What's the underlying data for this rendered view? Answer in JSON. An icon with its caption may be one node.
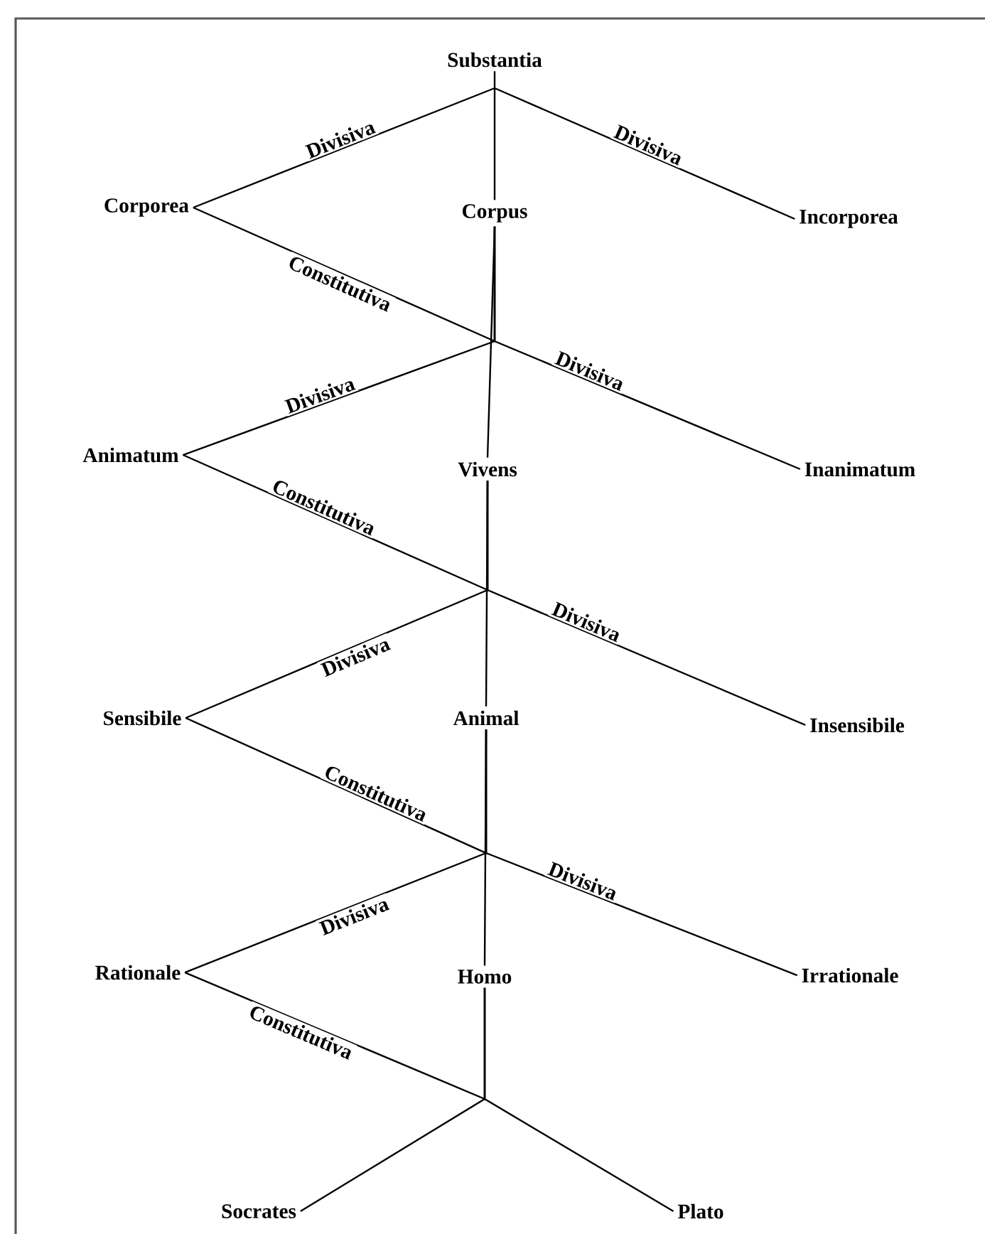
{
  "diagram": {
    "nodes": [
      {
        "text": [
          "Substantia"
        ]
      },
      {
        "text": [
          "Corporea"
        ]
      },
      {
        "text": [
          "Corpus"
        ]
      },
      {
        "text": [
          "Incorporea"
        ]
      },
      {
        "text": [
          "Animatum"
        ]
      },
      {
        "text": [
          "Vivens"
        ]
      },
      {
        "text": [
          "Inanimatum"
        ]
      },
      {
        "text": [
          "Sensibile"
        ]
      },
      {
        "text": [
          "Animal"
        ]
      },
      {
        "text": [
          "Insensibile"
        ]
      },
      {
        "text": [
          "Rationale"
        ]
      },
      {
        "text": [
          "Homo"
        ]
      },
      {
        "text": [
          "Irrationale"
        ]
      },
      {
        "text": [
          "Socrates"
        ]
      },
      {
        "text": [
          "Plato"
        ]
      }
    ],
    "edges": [
      {
        "from": 0,
        "to": 1,
        "arrow": "none",
        "label": "Divisiva"
      },
      {
        "from": 0,
        "to": 3,
        "arrow": "none",
        "label": "Divisiva"
      },
      {
        "from": 0,
        "to": 2,
        "arrow": "none"
      },
      {
        "from": 1,
        "to": 2,
        "arrow": "none",
        "label": "Constitutiva"
      },
      {
        "from": 2,
        "to": 4,
        "arrow": "none",
        "label": "Divisiva"
      },
      {
        "from": 2,
        "to": 6,
        "arrow": "none",
        "label": "Divisiva"
      },
      {
        "from": 2,
        "to": 5,
        "arrow": "none"
      },
      {
        "from": 4,
        "to": 5,
        "arrow": "none",
        "label": "Constitutiva"
      },
      {
        "from": 5,
        "to": 7,
        "arrow": "none",
        "label": "Divisiva"
      },
      {
        "from": 5,
        "to": 9,
        "arrow": "none",
        "label": "Divisiva"
      },
      {
        "from": 5,
        "to": 8,
        "arrow": "none"
      },
      {
        "from": 7,
        "to": 8,
        "arrow": "none",
        "label": "Constitutiva"
      },
      {
        "from": 8,
        "to": 10,
        "arrow": "none",
        "label": "Divisiva"
      },
      {
        "from": 8,
        "to": 12,
        "arrow": "none",
        "label": "Divisiva"
      },
      {
        "from": 8,
        "to": 11,
        "arrow": "none"
      },
      {
        "from": 10,
        "to": 11,
        "arrow": "none",
        "label": "Constitutiva"
      },
      {
        "from": 11,
        "to": 13,
        "arrow": "none"
      },
      {
        "from": 11,
        "to": 14,
        "arrow": "none"
      }
    ]
  }
}
